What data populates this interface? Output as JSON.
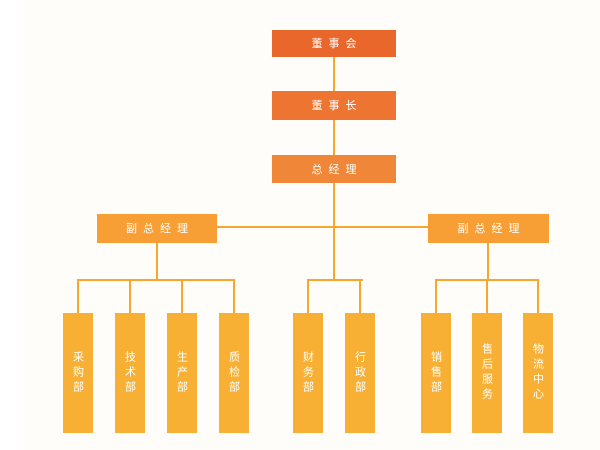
{
  "colors": {
    "page_bg": "#FFFFFF",
    "canvas_bg": "#FFFDF9",
    "level1": "#EA672C",
    "level2": "#ED7531",
    "level3": "#F08637",
    "level4": "#F79F35",
    "level5": "#F7B033",
    "line": "#F7A72B",
    "text": "#FFFFFF"
  },
  "org_chart": {
    "type": "org-chart",
    "root": {
      "label": "董事会"
    },
    "chairman": {
      "label": "董事长"
    },
    "general_manager": {
      "label": "总经理"
    },
    "vp_left": {
      "label": "副总经理"
    },
    "vp_right": {
      "label": "副总经理"
    },
    "departments_left": [
      {
        "label": "采购部"
      },
      {
        "label": "技术部"
      },
      {
        "label": "生产部"
      },
      {
        "label": "质检部"
      }
    ],
    "departments_middle": [
      {
        "label": "财务部"
      },
      {
        "label": "行政部"
      }
    ],
    "departments_right": [
      {
        "label": "销售部"
      },
      {
        "label": "售后服务"
      },
      {
        "label": "物流中心"
      }
    ]
  }
}
